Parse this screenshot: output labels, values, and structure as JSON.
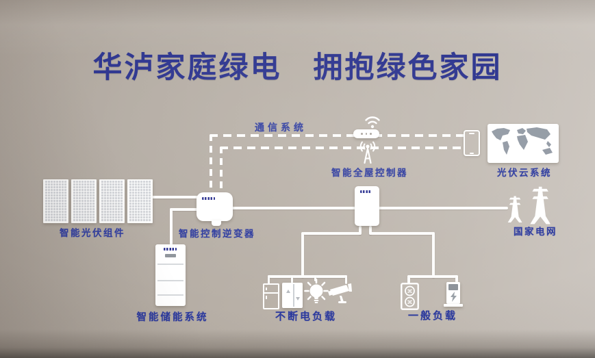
{
  "title": "华泸家庭绿电　拥抱绿色家园",
  "colors": {
    "wall": "#b6aea5",
    "title_blue": "#272f8c",
    "label_blue": "#2c3a9e",
    "line_white": "#fdfdfc",
    "map_gray": "#9199a3"
  },
  "labels": {
    "communication": "通信系统",
    "controller": "智能全屋控制器",
    "cloud": "光伏云系统",
    "pv": "智能光伏组件",
    "inverter": "智能控制逆变器",
    "grid": "国家电网",
    "storage": "智能储能系统",
    "ups_load": "不断电负载",
    "general_load": "一般负载"
  },
  "icons": [
    "wifi-icon",
    "router-icon",
    "antenna-icon",
    "phone-icon",
    "world-map-icon",
    "solar-panel-icon",
    "inverter-box-icon",
    "hybrid-box-icon",
    "battery-cabinet-icon",
    "pylon-icon",
    "fridge-icon",
    "freezer-icon",
    "bulb-icon",
    "cctv-camera-icon",
    "air-conditioner-icon",
    "ev-charger-icon"
  ]
}
